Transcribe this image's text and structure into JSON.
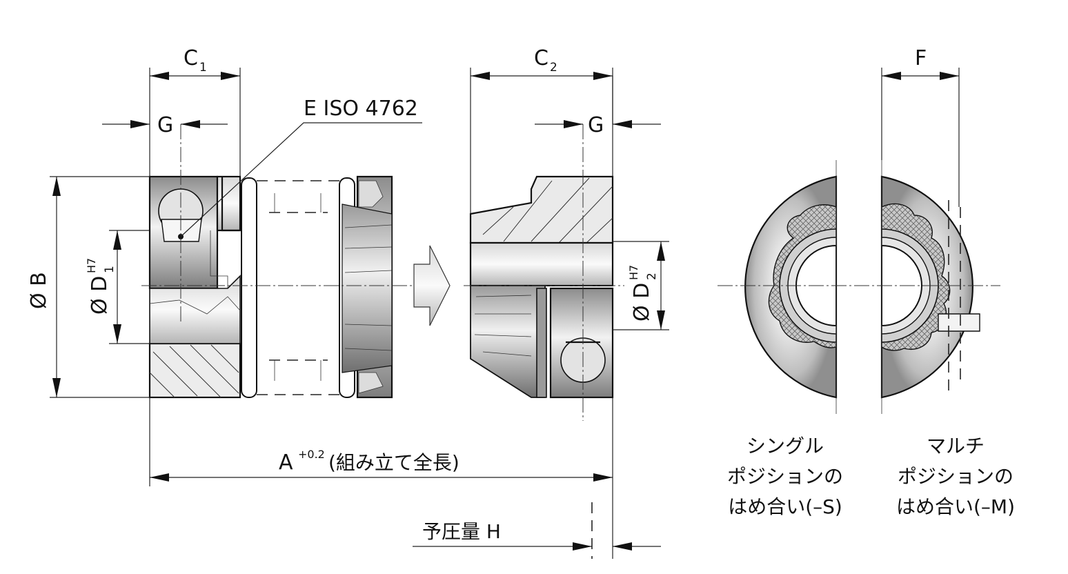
{
  "labels": {
    "c1": "C",
    "c1_sub": "1",
    "c2": "C",
    "c2_sub": "2",
    "f": "F",
    "g_left": "G",
    "g_right": "G",
    "screw": "E ISO 4762",
    "b": "Ø B",
    "d1": "Ø D",
    "d1_sub": "1",
    "d1_tol": "H7",
    "d2": "Ø D",
    "d2_sub": "2",
    "d2_tol": "H7",
    "a": "A",
    "a_tol": "+0.2",
    "a_note": "(組み立て全長)",
    "preload": "予圧量 H"
  },
  "captions": {
    "single": [
      "シングル",
      "ポジションの",
      "はめ合い(–S)"
    ],
    "multi": [
      "マルチ",
      "ポジションの",
      "はめ合い(–M)"
    ]
  }
}
